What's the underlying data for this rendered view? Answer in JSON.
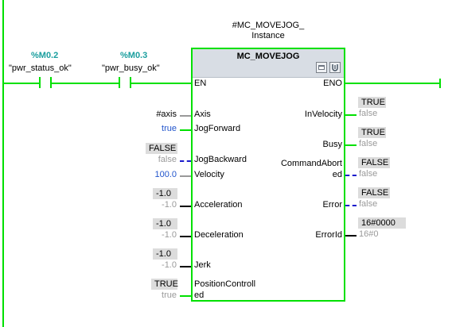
{
  "contacts": [
    {
      "address": "%M0.2",
      "name": "\"pwr_status_ok\""
    },
    {
      "address": "%M0.3",
      "name": "\"pwr_busy_ok\""
    }
  ],
  "instance": {
    "line1": "#MC_MOVEJOG_",
    "line2": "Instance"
  },
  "block": {
    "title": "MC_MOVEJOG"
  },
  "inputs": {
    "en": "EN",
    "axis": {
      "label": "Axis",
      "param": "#axis"
    },
    "jog_forward": {
      "label": "JogForward",
      "param": "true"
    },
    "jog_backward": {
      "label": "JogBackward",
      "monitor": "FALSE",
      "param": "false"
    },
    "velocity": {
      "label": "Velocity",
      "param": "100.0"
    },
    "acceleration": {
      "label": "Acceleration",
      "monitor": "-1.0",
      "param": "-1.0"
    },
    "deceleration": {
      "label": "Deceleration",
      "monitor": "-1.0",
      "param": "-1.0"
    },
    "jerk": {
      "label": "Jerk",
      "monitor": "-1.0",
      "param": "-1.0"
    },
    "position_controlled": {
      "label_line1": "PositionControll",
      "label_line2": "ed",
      "monitor": "TRUE",
      "param": "true"
    }
  },
  "outputs": {
    "eno": "ENO",
    "in_velocity": {
      "label": "InVelocity",
      "monitor": "TRUE",
      "param": "false"
    },
    "busy": {
      "label": "Busy",
      "monitor": "TRUE",
      "param": "false"
    },
    "command_aborted": {
      "label_line1": "CommandAbort",
      "label_line2": "ed",
      "monitor": "FALSE",
      "param": "false"
    },
    "error": {
      "label": "Error",
      "monitor": "FALSE",
      "param": "false"
    },
    "error_id": {
      "label": "ErrorId",
      "monitor": "16#0000",
      "param": "16#0"
    }
  },
  "colors": {
    "energized": "#00e000",
    "tag_address": "#1a9e9e",
    "constant": "#2255cc",
    "monitor_chip": "#dcdcdc",
    "negated_dash": "#1a1acc"
  },
  "icons": [
    "block-info-icon",
    "block-config-icon"
  ]
}
